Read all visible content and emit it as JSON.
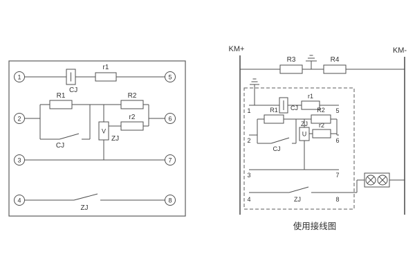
{
  "colors": {
    "line": "#4d4d4d",
    "text": "#303030",
    "background": "#ffffff"
  },
  "left_panel": {
    "terminals": [
      "1",
      "2",
      "3",
      "4",
      "5",
      "6",
      "7",
      "8"
    ],
    "row1": {
      "coil_label": "CJ",
      "resistor_label": "r1"
    },
    "row2": {
      "resistor1_label": "R1",
      "resistor2_label": "R2",
      "resistor3_label": "r2",
      "coil_label": "ZJ",
      "coil_symbol": "V",
      "contact_label": "CJ"
    },
    "row4": {
      "contact_label": "ZJ"
    }
  },
  "right_panel": {
    "bus_left": "KM+",
    "bus_right": "KM-",
    "top_row": {
      "resistor1_label": "R3",
      "resistor2_label": "R4"
    },
    "terminals": [
      "1",
      "2",
      "3",
      "4",
      "5",
      "6",
      "7",
      "8"
    ],
    "row1": {
      "coil_label": "CJ",
      "resistor_label": "r1"
    },
    "row2": {
      "resistor1_label": "R1",
      "resistor2_label": "R2",
      "resistor3_label": "r2",
      "coil_label": "ZJ",
      "coil_symbol": "U",
      "contact_label": "CJ"
    },
    "row4": {
      "contact_label": "ZJ"
    },
    "caption": "使用接线图"
  }
}
